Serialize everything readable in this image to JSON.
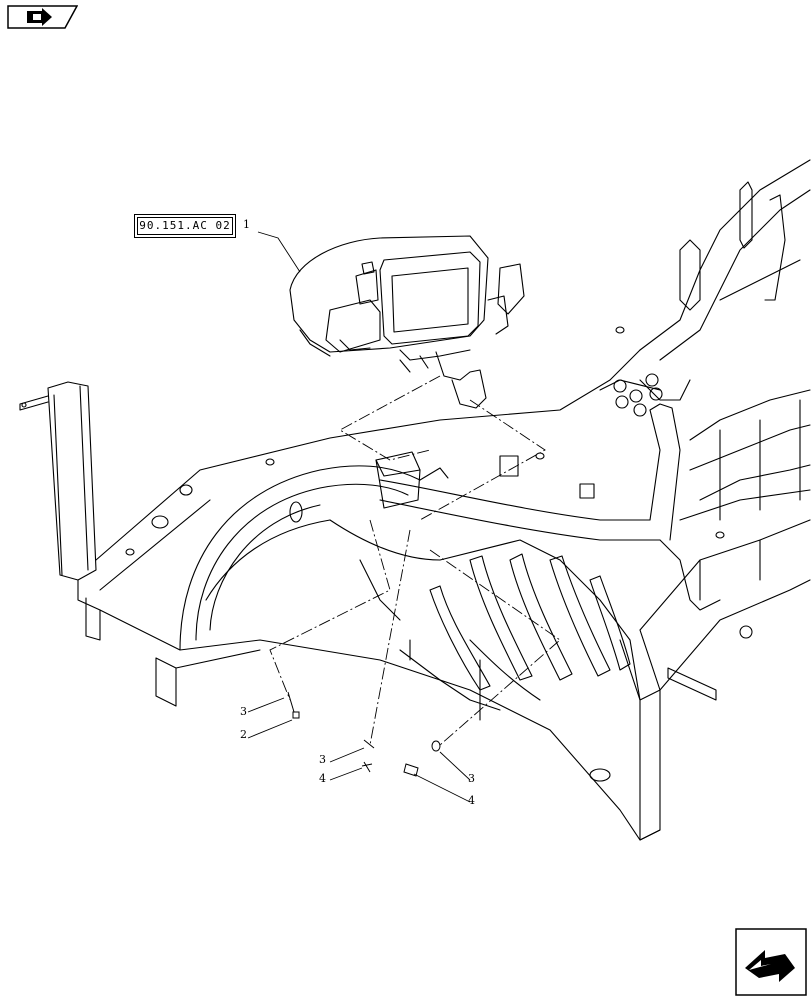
{
  "reference": {
    "code": "90.151.AC 02"
  },
  "callouts": {
    "c1": "1",
    "c2": "2",
    "c3a": "3",
    "c3b": "3",
    "c3c": "3",
    "c4a": "4",
    "c4b": "4"
  },
  "icons": {
    "top_nav": "previous-page-arrow-icon",
    "bottom_nav": "next-page-arrow-icon"
  }
}
